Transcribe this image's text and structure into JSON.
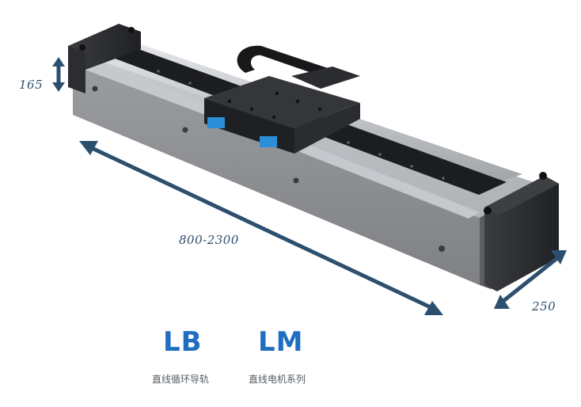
{
  "dimensions": {
    "height_label": "165",
    "length_label": "800-2300",
    "width_label": "250"
  },
  "series": [
    {
      "code": "LB",
      "name": "直线循环导轨"
    },
    {
      "code": "LM",
      "name": "直线电机系列"
    }
  ],
  "colors": {
    "arrow": "#2d4f6e",
    "series_code": "#1f6ec0",
    "series_name": "#555b61",
    "body_gray": "#8e9094",
    "dark_metal": "#2a2c2f"
  }
}
